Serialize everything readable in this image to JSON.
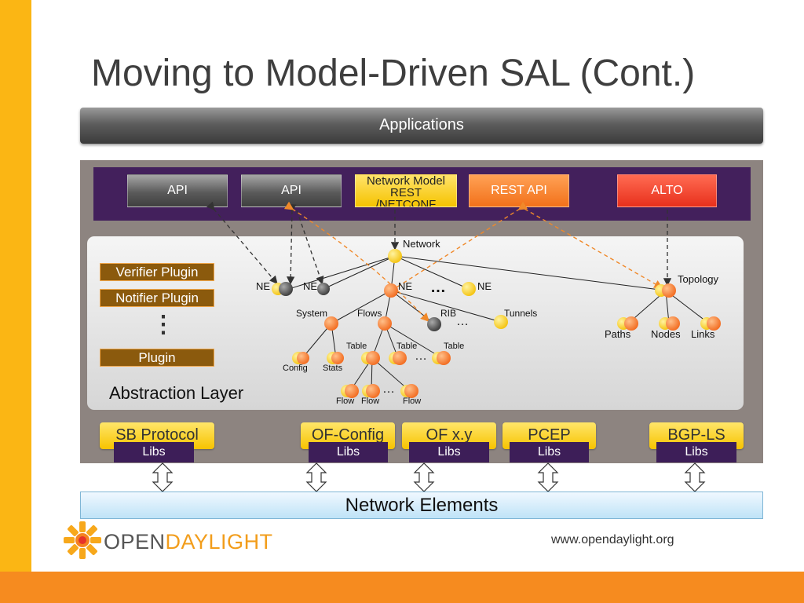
{
  "slide": {
    "title": "Moving to Model-Driven SAL (Cont.)",
    "applications": "Applications",
    "top_boxes": {
      "api_1": "API",
      "api_2": "API",
      "network_model_lines": [
        "Network Model",
        "REST",
        "/NETCONF"
      ],
      "rest_api": "REST API",
      "alto": "ALTO"
    },
    "plugins": {
      "verifier": "Verifier Plugin",
      "notifier": "Notifier Plugin",
      "ellipsis": "⋮",
      "plugin": "Plugin"
    },
    "abstraction_layer": "Abstraction Layer",
    "tree_labels": {
      "network": "Network",
      "ne": "NE",
      "ne_ellipsis": "…",
      "topology": "Topology",
      "system": "System",
      "flows": "Flows",
      "rib": "RIB",
      "tunnels": "Tunnels",
      "ellipsis": "…",
      "table": "Table",
      "config": "Config",
      "stats": "Stats",
      "flow": "Flow",
      "paths": "Paths",
      "nodes": "Nodes",
      "links": "Links"
    },
    "protocols": {
      "sb_protocol": "SB Protocol",
      "of_config": "OF-Config",
      "of_xy": "OF x.y",
      "pcep": "PCEP",
      "bgp_ls": "BGP-LS",
      "libs": "Libs"
    },
    "network_elements": "Network Elements",
    "logo": {
      "open": "OPEN",
      "daylight": "DAYLIGHT"
    },
    "url": "www.opendaylight.org"
  },
  "colors": {
    "accent_yellow": "#fbb614",
    "accent_orange": "#f68b1f",
    "band_purple": "#43205c",
    "node_yellow": "#fcd22a",
    "node_orange": "#f57a2a",
    "node_gray": "#555555"
  },
  "icons": [
    "opendaylight-logo-icon",
    "bidirectional-arrow-icon"
  ]
}
